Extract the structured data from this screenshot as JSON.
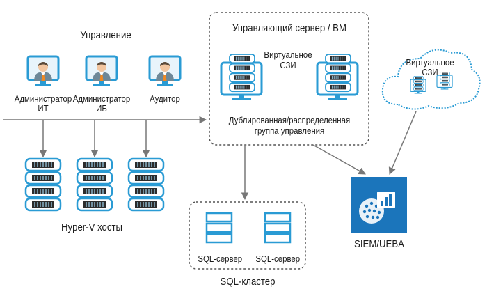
{
  "colors": {
    "server_blue": "#2a9bd4",
    "server_dark": "#1f6f9e",
    "slot_dark": "#2c2c2c",
    "monitor_frame": "#2a9bd4",
    "person_skin": "#f2c6a0",
    "person_suit": "#6e8898",
    "tie_orange": "#f08a24",
    "siem_blue": "#1b75bb",
    "dashed_border": "#555555",
    "arrow_gray": "#777777",
    "cloud_border": "#2a9bd4"
  },
  "labels": {
    "management": "Управление",
    "admin_it_1": "Администратор",
    "admin_it_2": "ИТ",
    "admin_ib_1": "Администратор",
    "admin_ib_2": "ИБ",
    "auditor": "Аудитор",
    "mgmt_server": "Управляющий сервер / ВМ",
    "virtual_szi_1": "Виртуальное",
    "virtual_szi_2": "СЗИ",
    "dup_group_1": "Дублированная/распределенная",
    "dup_group_2": "группа управления",
    "cloud_szi_1": "Виртуальное",
    "cloud_szi_2": "СЗИ",
    "hyperv": "Hyper-V хосты",
    "sql_server_1": "SQL-сервер",
    "sql_server_2": "SQL-сервер",
    "sql_cluster": "SQL-кластер",
    "siem": "SIEM/UEBA"
  }
}
